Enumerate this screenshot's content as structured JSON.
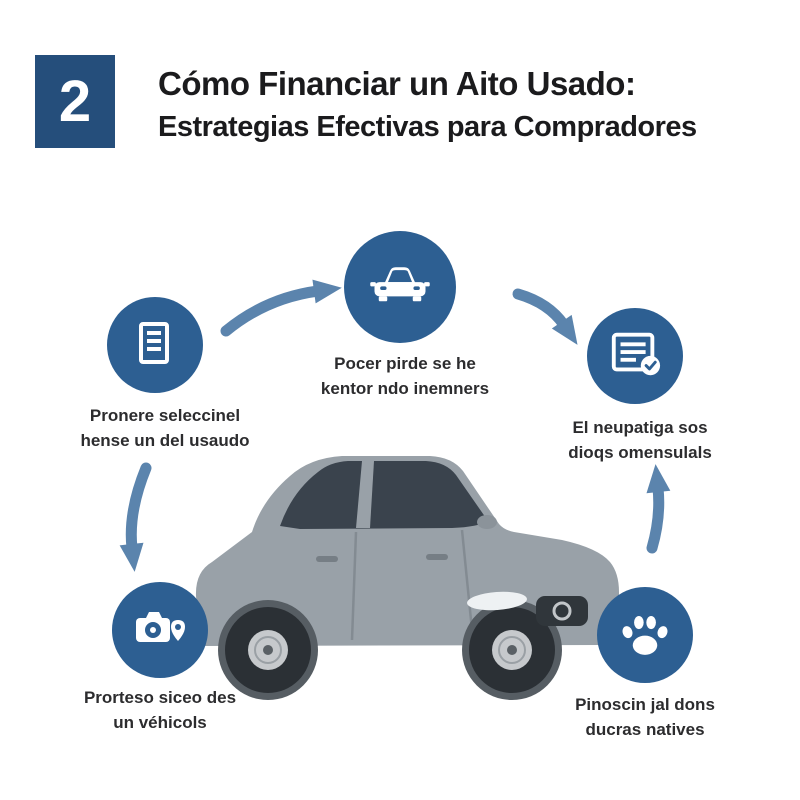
{
  "header": {
    "step_number": "2",
    "title_line1": "Cómo Financiar un Aito Usado:",
    "title_line2": "Estrategias Efectivas para Compradores"
  },
  "steps": [
    {
      "icon": "document-icon",
      "label_line1": "Pronere seleccinel",
      "label_line2": "hense un del usaudo"
    },
    {
      "icon": "car-front-icon",
      "label_line1": "Pocer pirde se he",
      "label_line2": "kentor ndo inemners"
    },
    {
      "icon": "checklist-check-icon",
      "label_line1": "El neupatiga sos",
      "label_line2": "dioqs omensulals"
    },
    {
      "icon": "camera-pin-icon",
      "label_line1": "Prorteso siceo des",
      "label_line2": "un véhicols"
    },
    {
      "icon": "paw-icon",
      "label_line1": "Pinoscin jal dons",
      "label_line2": "ducras natives"
    }
  ],
  "colors": {
    "badge_navy": "#254e7b",
    "circle_blue": "#2d5f92",
    "arrow_blue": "#5b84ad",
    "title_text": "#1b1b1d",
    "label_text": "#2c2c2e",
    "car_body_gray": "#99a1a8"
  }
}
